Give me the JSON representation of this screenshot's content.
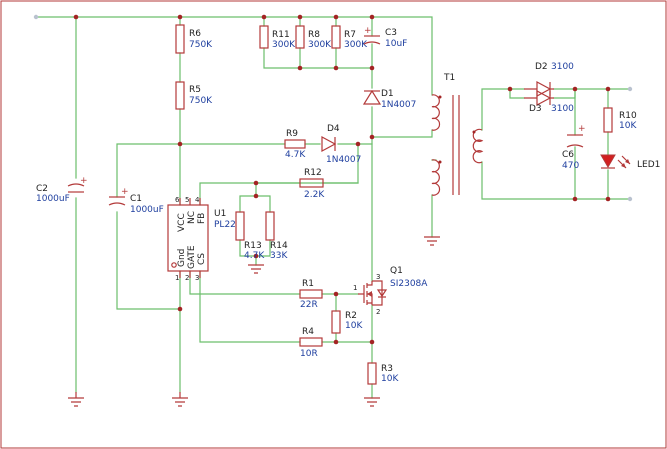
{
  "colors": {
    "wire": "#6cbf6c",
    "component": "#b33a3a",
    "designator": "#222222",
    "value": "#1f3f9f",
    "junction": "#a32424",
    "led_fill": "#d22020"
  },
  "components": {
    "r6": {
      "ref": "R6",
      "value": "750K"
    },
    "r5": {
      "ref": "R5",
      "value": "750K"
    },
    "r11": {
      "ref": "R11",
      "value": "300K"
    },
    "r8": {
      "ref": "R8",
      "value": "300K"
    },
    "r7": {
      "ref": "R7",
      "value": "300K"
    },
    "c3": {
      "ref": "C3",
      "value": "10uF"
    },
    "d1": {
      "ref": "D1",
      "value": "1N4007"
    },
    "t1": {
      "ref": "T1"
    },
    "d2": {
      "ref": "D2",
      "value": "3100"
    },
    "d3": {
      "ref": "D3",
      "value": "3100"
    },
    "r10": {
      "ref": "R10",
      "value": "10K"
    },
    "c6": {
      "ref": "C6",
      "value": "470"
    },
    "led1": {
      "ref": "LED1"
    },
    "r9": {
      "ref": "R9",
      "value": "4.7K"
    },
    "d4": {
      "ref": "D4",
      "value": "1N4007"
    },
    "c2": {
      "ref": "C2",
      "value": "1000uF"
    },
    "c1": {
      "ref": "C1",
      "value": "1000uF"
    },
    "r12": {
      "ref": "R12",
      "value": "2.2K"
    },
    "u1": {
      "ref": "U1",
      "value": "PL22",
      "pin_vcc": "VCC",
      "pin_nc": "NC",
      "pin_fb": "FB",
      "pin_gnd": "Gnd",
      "pin_gate": "GATE",
      "pin_cs": "CS",
      "pin_n6": "6",
      "pin_n5": "5",
      "pin_n4": "4",
      "pin_n1": "1",
      "pin_n2": "2",
      "pin_n3": "3"
    },
    "r13": {
      "ref": "R13",
      "value": "4.7K"
    },
    "r14": {
      "ref": "R14",
      "value": "33K"
    },
    "r1": {
      "ref": "R1",
      "value": "22R"
    },
    "q1": {
      "ref": "Q1",
      "value": "SI2308A",
      "pin1": "1",
      "pin2": "2",
      "pin3": "3"
    },
    "r2": {
      "ref": "R2",
      "value": "10K"
    },
    "r4": {
      "ref": "R4",
      "value": "10R"
    },
    "r3": {
      "ref": "R3",
      "value": "10K"
    }
  },
  "polarity_mark": "+"
}
